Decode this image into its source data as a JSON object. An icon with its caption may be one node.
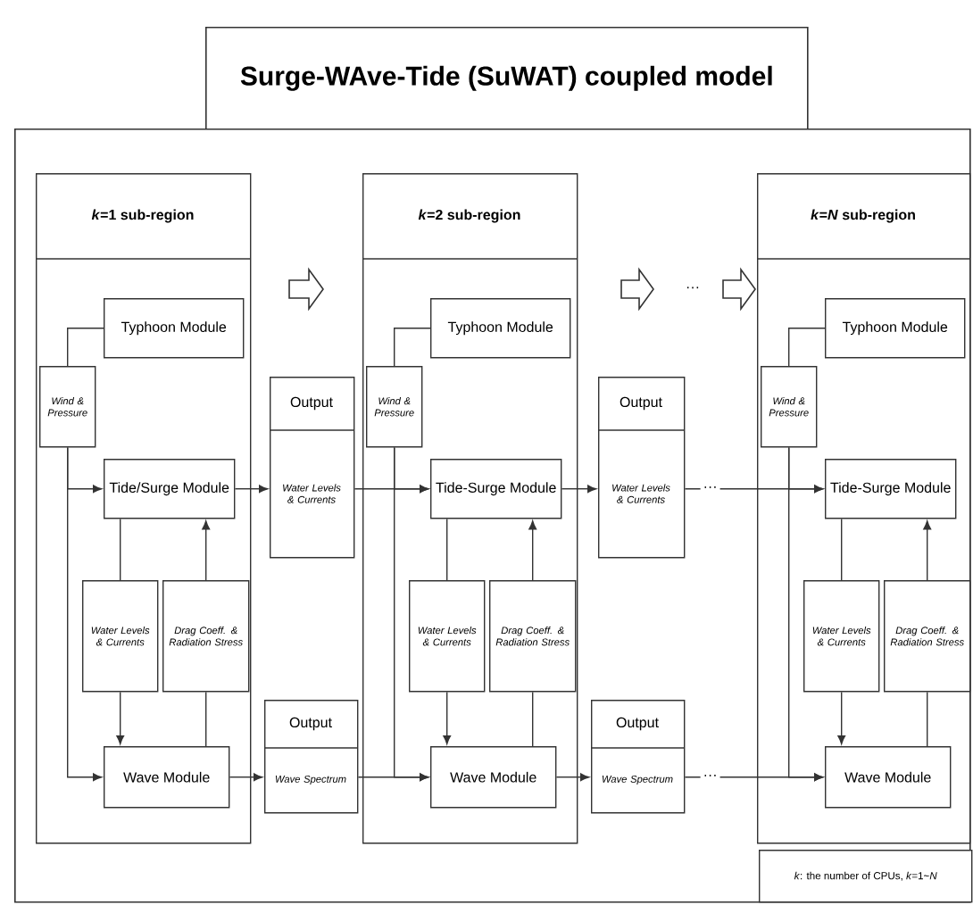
{
  "diagram": {
    "title": "Surge-WAve-Tide (SuWAT) coupled model",
    "nodes": [
      {
        "text": [],
        "shape": "box"
      },
      {
        "text": [
          "*k*=1 sub-region"
        ],
        "in": 0
      },
      {
        "text": [
          "Typhoon Module"
        ],
        "in": 1
      },
      {
        "text": [
          "Wind & Pressure"
        ],
        "in": 1
      },
      {
        "text": [
          "Tide/Surge Module"
        ],
        "in": 1
      },
      {
        "text": [
          "Water Levels & Currents"
        ],
        "in": 1
      },
      {
        "text": [
          "Drag Coeff. & Radiation Stress"
        ],
        "in": 1
      },
      {
        "text": [
          "Wave Module"
        ],
        "in": 1
      },
      {
        "text": [
          "Output",
          "Water Levels & Currents"
        ],
        "in": 0
      },
      {
        "text": [
          "Output",
          "Wave Spectrum"
        ],
        "in": 0
      },
      {
        "text": [
          "*k*=2 sub-region"
        ],
        "in": 0
      },
      {
        "text": [
          "Typhoon Module"
        ],
        "in": 10
      },
      {
        "text": [
          "Wind & Pressure"
        ],
        "in": 10
      },
      {
        "text": [
          "Tide-Surge Module"
        ],
        "in": 10
      },
      {
        "text": [
          "Water Levels & Currents"
        ],
        "in": 10
      },
      {
        "text": [
          "Drag Coeff. & Radiation Stress"
        ],
        "in": 10
      },
      {
        "text": [
          "Wave Module"
        ],
        "in": 10
      },
      {
        "text": [
          "Output",
          "Water Levels & Currents"
        ],
        "in": 0
      },
      {
        "text": [
          "Output",
          "Wave Spectrum"
        ],
        "in": 0
      },
      {
        "text": [
          "*k*=*N* sub-region"
        ],
        "in": 0
      },
      {
        "text": [
          "Typhoon Module"
        ],
        "in": 19
      },
      {
        "text": [
          "Wind & Pressure"
        ],
        "in": 19
      },
      {
        "text": [
          "Tide-Surge Module"
        ],
        "in": 19
      },
      {
        "text": [
          "Water Levels & Currents"
        ],
        "in": 19
      },
      {
        "text": [
          "Drag Coeff. & Radiation Stress"
        ],
        "in": 19
      },
      {
        "text": [
          "Wave Module"
        ],
        "in": 19
      }
    ],
    "edges": [
      {
        "from": 1,
        "to": 10,
        "arrow": "to"
      },
      {
        "from": 10,
        "to": null,
        "arrow": "to"
      },
      {
        "from": null,
        "to": 19,
        "arrow": "to"
      },
      {
        "from": 2,
        "to": 3,
        "arrow": "none"
      },
      {
        "from": 3,
        "to": 4,
        "arrow": "to"
      },
      {
        "from": 3,
        "to": 7,
        "arrow": "to"
      },
      {
        "from": 4,
        "to": 5,
        "arrow": "none"
      },
      {
        "from": 5,
        "to": 7,
        "arrow": "to"
      },
      {
        "from": 7,
        "to": 6,
        "arrow": "none"
      },
      {
        "from": 6,
        "to": 4,
        "arrow": "to"
      },
      {
        "from": 4,
        "to": 8,
        "arrow": "to"
      },
      {
        "from": 8,
        "to": 13,
        "arrow": "to"
      },
      {
        "from": 7,
        "to": 9,
        "arrow": "to"
      },
      {
        "from": 9,
        "to": 16,
        "arrow": "to"
      },
      {
        "from": 11,
        "to": 12,
        "arrow": "none"
      },
      {
        "from": 12,
        "to": 13,
        "arrow": "to"
      },
      {
        "from": 12,
        "to": 16,
        "arrow": "to"
      },
      {
        "from": 13,
        "to": 14,
        "arrow": "none"
      },
      {
        "from": 14,
        "to": 16,
        "arrow": "to"
      },
      {
        "from": 16,
        "to": 15,
        "arrow": "none"
      },
      {
        "from": 15,
        "to": 13,
        "arrow": "to"
      },
      {
        "from": 13,
        "to": 17,
        "arrow": "to"
      },
      {
        "from": 17,
        "to": 22,
        "arrow": "to",
        "label": "···"
      },
      {
        "from": 16,
        "to": 18,
        "arrow": "to"
      },
      {
        "from": 18,
        "to": 25,
        "arrow": "to",
        "label": "···"
      },
      {
        "from": 20,
        "to": 21,
        "arrow": "none"
      },
      {
        "from": 21,
        "to": 22,
        "arrow": "to"
      },
      {
        "from": 21,
        "to": 25,
        "arrow": "to"
      },
      {
        "from": 22,
        "to": 23,
        "arrow": "none"
      },
      {
        "from": 23,
        "to": 25,
        "arrow": "to"
      },
      {
        "from": 25,
        "to": 24,
        "arrow": "none"
      },
      {
        "from": 24,
        "to": 22,
        "arrow": "to"
      }
    ],
    "labels": [
      "···",
      "*k*: the number of CPUs, *k*=1~*N*"
    ]
  }
}
